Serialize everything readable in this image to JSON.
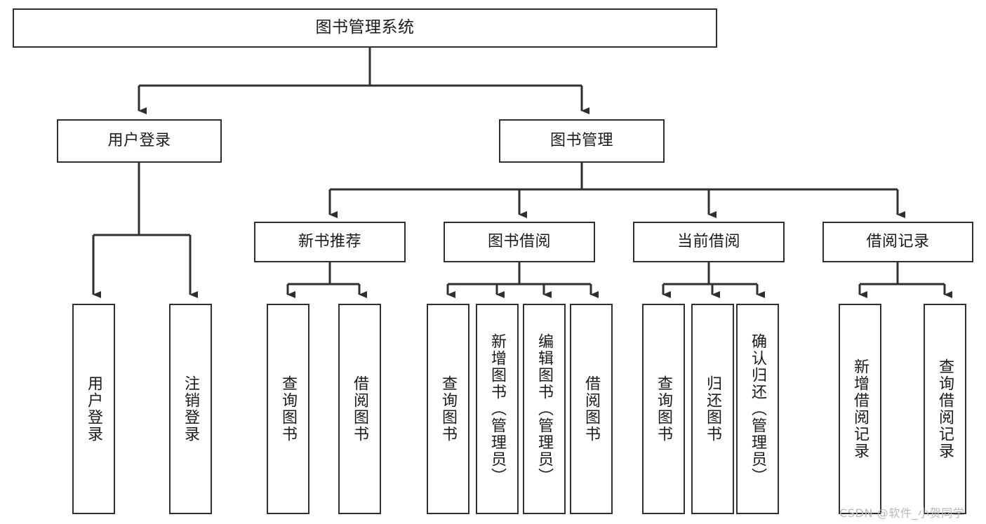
{
  "diagram": {
    "title": "图书管理系统",
    "type": "hierarchy-tree",
    "orientation": "top-down",
    "stroke_color": "#2f2f2f",
    "text_color": "#1a1a1a",
    "background_color": "#ffffff",
    "watermark": "CSDN @软件_小贺同学"
  },
  "nodes": {
    "root": {
      "label": "图书管理系统"
    },
    "level1": [
      {
        "label": "用户登录"
      },
      {
        "label": "图书管理"
      }
    ],
    "level2": [
      {
        "label": "新书推荐"
      },
      {
        "label": "图书借阅"
      },
      {
        "label": "当前借阅"
      },
      {
        "label": "借阅记录"
      }
    ],
    "leaves": {
      "user_login": [
        {
          "label": "用户登录"
        },
        {
          "label": "注销登录"
        }
      ],
      "new_book_recommend": [
        {
          "label": "查询图书"
        },
        {
          "label": "借阅图书"
        }
      ],
      "book_borrow": [
        {
          "label": "查询图书"
        },
        {
          "label": "新增图书（管理员）"
        },
        {
          "label": "编辑图书（管理员）"
        },
        {
          "label": "借阅图书"
        }
      ],
      "current_borrow": [
        {
          "label": "查询图书"
        },
        {
          "label": "归还图书"
        },
        {
          "label": "确认归还（管理员）"
        }
      ],
      "borrow_record": [
        {
          "label": "新增借阅记录"
        },
        {
          "label": "查询借阅记录"
        }
      ]
    }
  },
  "chart_data": {
    "type": "table",
    "title": "图书管理系统 功能结构",
    "tree": [
      {
        "name": "图书管理系统",
        "children": [
          {
            "name": "用户登录",
            "children": [
              {
                "name": "用户登录"
              },
              {
                "name": "注销登录"
              }
            ]
          },
          {
            "name": "图书管理",
            "children": [
              {
                "name": "新书推荐",
                "children": [
                  {
                    "name": "查询图书"
                  },
                  {
                    "name": "借阅图书"
                  }
                ]
              },
              {
                "name": "图书借阅",
                "children": [
                  {
                    "name": "查询图书"
                  },
                  {
                    "name": "新增图书（管理员）"
                  },
                  {
                    "name": "编辑图书（管理员）"
                  },
                  {
                    "name": "借阅图书"
                  }
                ]
              },
              {
                "name": "当前借阅",
                "children": [
                  {
                    "name": "查询图书"
                  },
                  {
                    "name": "归还图书"
                  },
                  {
                    "name": "确认归还（管理员）"
                  }
                ]
              },
              {
                "name": "借阅记录",
                "children": [
                  {
                    "name": "新增借阅记录"
                  },
                  {
                    "name": "查询借阅记录"
                  }
                ]
              }
            ]
          }
        ]
      }
    ]
  }
}
